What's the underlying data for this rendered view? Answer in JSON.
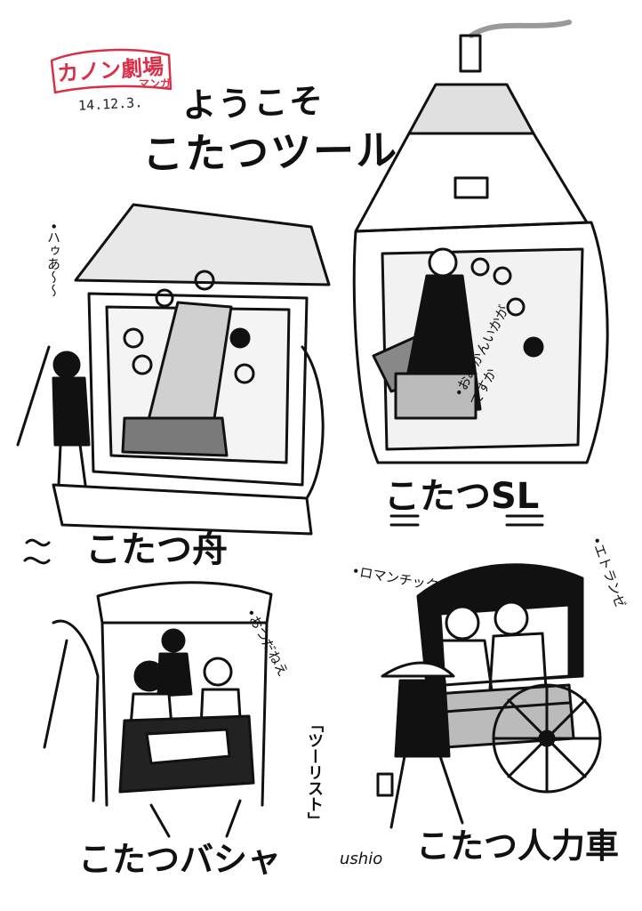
{
  "stamp": {
    "line1": "カノン劇場",
    "line2": "マンガ"
  },
  "date": "14.12.3.",
  "title": {
    "line1": "ようこそ",
    "line2": "こたつツール"
  },
  "panels": {
    "boat": {
      "label": "こたつ舟",
      "speech": "•ハゥあ〜〜"
    },
    "sl": {
      "label": "こたつSL",
      "speech": "•おみかんいかがですか"
    },
    "basha": {
      "label": "こたつバシャ",
      "speech": "•おつだねえ"
    },
    "jinrikisha": {
      "label": "こたつ人力車",
      "speech_left": "•ロマンチック",
      "speech_right": "•エトランゼ"
    }
  },
  "side_text": "「ツーリスト」",
  "signature": "ushio",
  "colors": {
    "ink": "#111111",
    "stamp": "#d9304a",
    "paper": "#ffffff",
    "shade": "#9a9a9a"
  }
}
